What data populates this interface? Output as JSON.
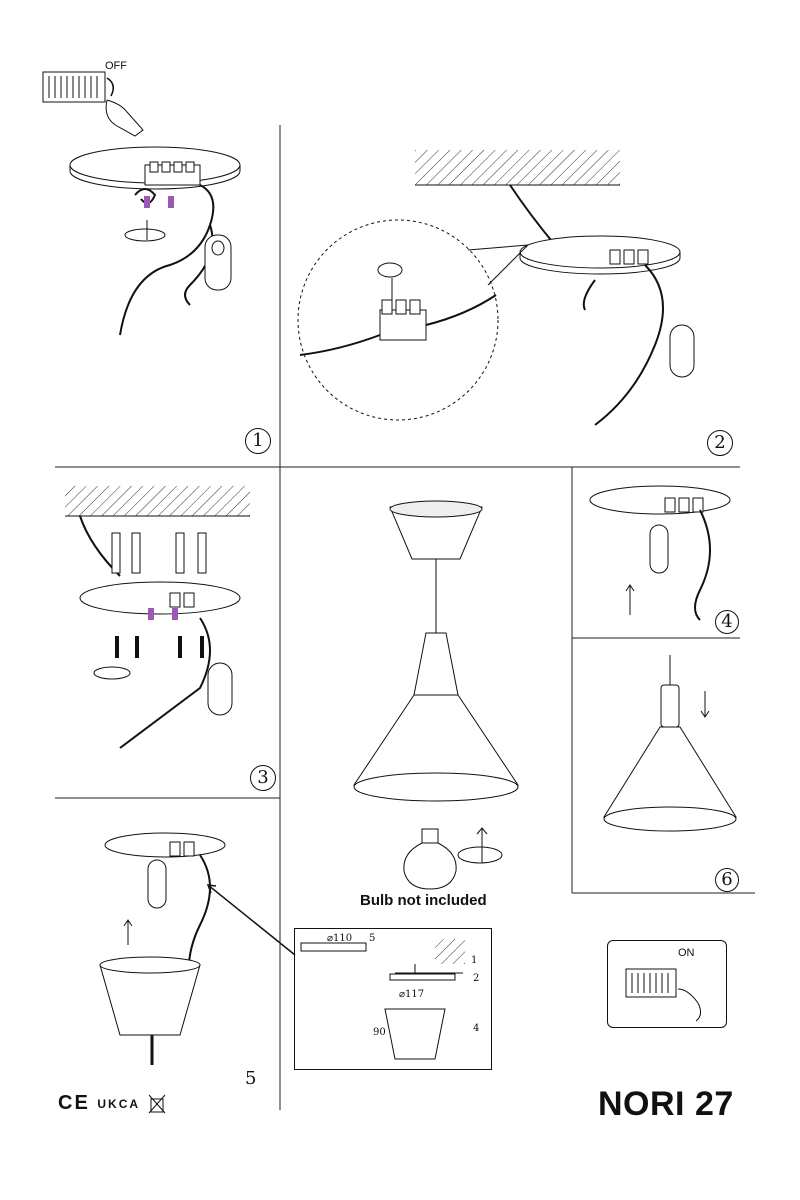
{
  "product_name": "NORI 27",
  "bulb_note": "Bulb not included",
  "switch_off_label": "OFF",
  "switch_on_label": "ON",
  "steps": [
    "1",
    "2",
    "3",
    "4",
    "5",
    "6"
  ],
  "dimensions": {
    "canopy_diameter": "⌀110",
    "plate_diameter": "⌀117",
    "height": "90",
    "ref_1": "1",
    "ref_2": "2",
    "ref_4": "4",
    "ref_5": "5"
  },
  "compliance_marks": [
    "CE",
    "UKCA",
    "WEEE"
  ],
  "colors": {
    "ink": "#111111",
    "accent": "#9b59b6",
    "hatch": "#333333"
  }
}
